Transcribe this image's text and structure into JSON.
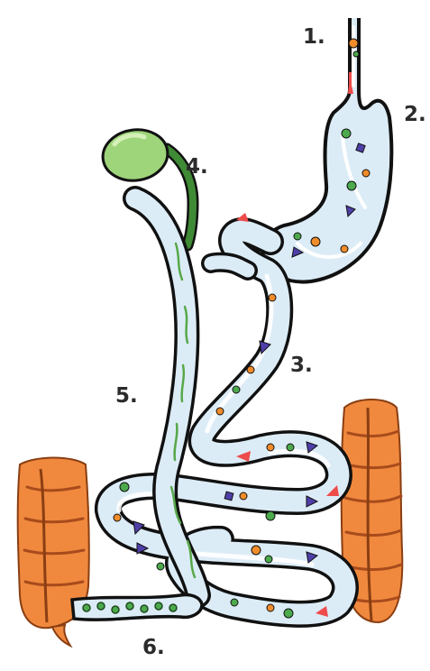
{
  "labels": {
    "mouth": "1.",
    "stomach": "2.",
    "small_intestine": "3.",
    "gallbladder": "4.",
    "bile_duct": "5.",
    "large_intestine": "6."
  },
  "colors": {
    "tube_fill": "#dcecf7",
    "tube_highlight": "#ffffff",
    "outline": "#111111",
    "gallbladder": "#9ed47a",
    "bile_lines": "#58a84a",
    "colon": "#f0893e",
    "colon_shadow": "#c9642a",
    "flow_arrow": "#ee4b4b",
    "particle_orange": "#f08c2a",
    "particle_green": "#4caa4c",
    "particle_purple": "#4e3fa8"
  }
}
